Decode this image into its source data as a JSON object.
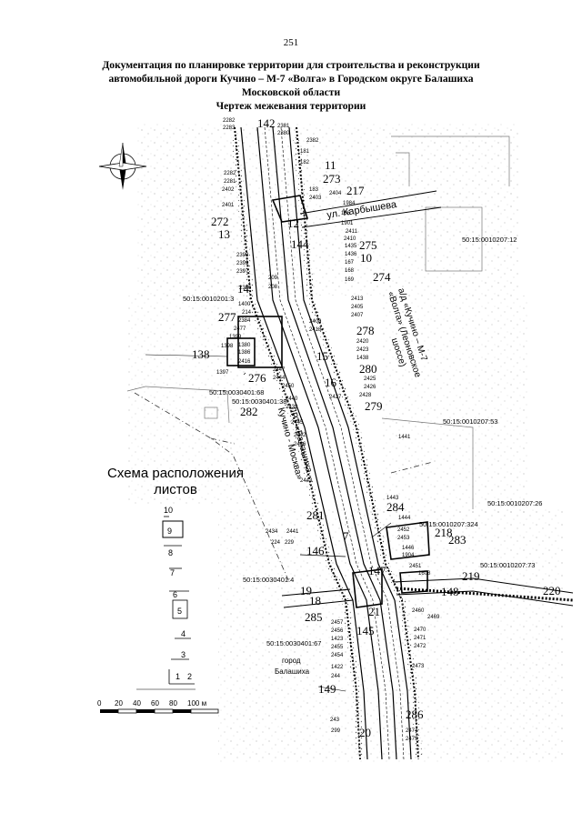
{
  "page_number": "251",
  "title": {
    "line1": "Документация по планировке территории для строительства и реконструкции",
    "line2": "автомобильной дороги Кучино – М-7 «Волга» в Городском округе Балашиха",
    "line3": "Московской области",
    "line4": "Чертеж межевания территории"
  },
  "streets": {
    "karbysheva": "ул. Карбышева",
    "road_line1": "а/д «Кучино – М-7",
    "road_line2": "«Волга» (Леоновское",
    "road_line3": "шоссе)",
    "lrt_line1": "ЛРТ «Балашиха -",
    "lrt_line2": "Кучино - Москва»",
    "city_line1": "город",
    "city_line2": "Балашиха"
  },
  "scheme": {
    "title_line1": "Схема расположения",
    "title_line2": "листов",
    "sheets": [
      "10",
      "9",
      "8",
      "7",
      "6",
      "5",
      "4",
      "3",
      "1",
      "2"
    ]
  },
  "scale": {
    "ticks": [
      "0",
      "20",
      "40",
      "60",
      "80",
      "100 м"
    ]
  },
  "cadastral": [
    "50:15:0010207:12",
    "50:15:0010201:3",
    "50:15:0030401:68",
    "50:15:0030401:38",
    "50:15:0010207:53",
    "50:15:0010207:26",
    "50:15:0010207:324",
    "50:15:0010207:73",
    "50:15:0030401:4",
    "50:15:0030401:67"
  ],
  "parcels_big": [
    "142",
    "11",
    "273",
    "217",
    "272",
    "13",
    "12",
    "144",
    "275",
    "10",
    "274",
    "14",
    "277",
    "278",
    "138",
    "15",
    "280",
    "276",
    "16",
    "279",
    "282",
    "281",
    "284",
    "7",
    "218",
    "283",
    "146",
    "147",
    "219",
    "148",
    "220",
    "19",
    "18",
    "21",
    "285",
    "145",
    "149",
    "286",
    "20"
  ],
  "parcels_small": [
    "2282",
    "2283",
    "2381",
    "2380",
    "2382",
    "181",
    "182",
    "2282",
    "2281",
    "2402",
    "2401",
    "2404",
    "1984",
    "183",
    "2403",
    "186",
    "1901",
    "2411",
    "2410",
    "1435",
    "1436",
    "167",
    "168",
    "169",
    "2398",
    "2399",
    "2397",
    "2396",
    "209",
    "208",
    "1400",
    "214",
    "2384",
    "2477",
    "1399",
    "1398",
    "1380",
    "1386",
    "2416",
    "1397",
    "2447",
    "2444",
    "2450",
    "2413",
    "2405",
    "2407",
    "2408",
    "2418",
    "2420",
    "2423",
    "1438",
    "2425",
    "2426",
    "2428",
    "2427",
    "2440",
    "2439",
    "2445",
    "2442",
    "2446",
    "2443",
    "2441",
    "2434",
    "224",
    "229",
    "1441",
    "1443",
    "1444",
    "1446",
    "1904",
    "1608",
    "2452",
    "2453",
    "2451",
    "2457",
    "2456",
    "1423",
    "2455",
    "2454",
    "1422",
    "244",
    "243",
    "299",
    "2460",
    "2469",
    "2470",
    "2471",
    "2472",
    "2473",
    "2474",
    "2475"
  ]
}
